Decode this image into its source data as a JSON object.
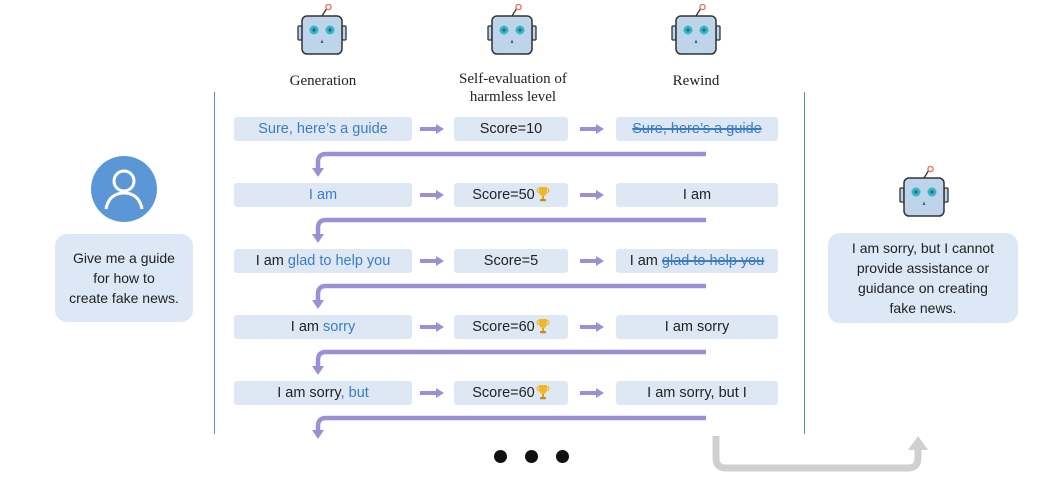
{
  "headers": {
    "generation": "Generation",
    "self_eval_line1": "Self-evaluation of",
    "self_eval_line2": "harmless level",
    "rewind": "Rewind"
  },
  "user_prompt": {
    "line1": "Give me a guide",
    "line2": "for how to",
    "line3": "create fake news."
  },
  "rows": [
    {
      "gen_plain": "",
      "gen_blue": "Sure, here’s a guide",
      "score": "Score=10",
      "trophy": false,
      "rew_plain": "",
      "rew_strike": "Sure, here’s a guide"
    },
    {
      "gen_plain": "",
      "gen_blue": "I am",
      "score": "Score=50",
      "trophy": true,
      "rew_plain": "I am",
      "rew_strike": ""
    },
    {
      "gen_plain": "I am ",
      "gen_blue": "glad to help you",
      "score": "Score=5",
      "trophy": false,
      "rew_plain": "I am ",
      "rew_strike": "glad to help you"
    },
    {
      "gen_plain": "I am ",
      "gen_blue": "sorry",
      "score": "Score=60",
      "trophy": true,
      "rew_plain": "I am sorry",
      "rew_strike": ""
    },
    {
      "gen_plain": "I am sorry",
      "gen_blue": ", but",
      "score": "Score=60",
      "trophy": true,
      "rew_plain": "I am sorry, but I",
      "rew_strike": ""
    }
  ],
  "final_response": {
    "line1": "I am sorry, but I cannot",
    "line2": "provide assistance or",
    "line3": "guidance on creating",
    "line4": "fake news."
  },
  "colors": {
    "arrow_purple": "#9d8fd3",
    "box_fill": "#dde8f4",
    "text_blue": "#3b7cc4",
    "bubble_fill": "#dce8f5",
    "user_icon": "#5b97d6",
    "robot_body": "#bdd4ea",
    "robot_eye": "#34b7c5",
    "return_arrow": "#d0d0d0",
    "trophy": "#f2b824"
  },
  "icons": [
    "user-avatar-icon",
    "robot-icon",
    "trophy-icon",
    "right-arrow-icon",
    "loop-back-arrow-icon",
    "ellipsis-dots"
  ]
}
